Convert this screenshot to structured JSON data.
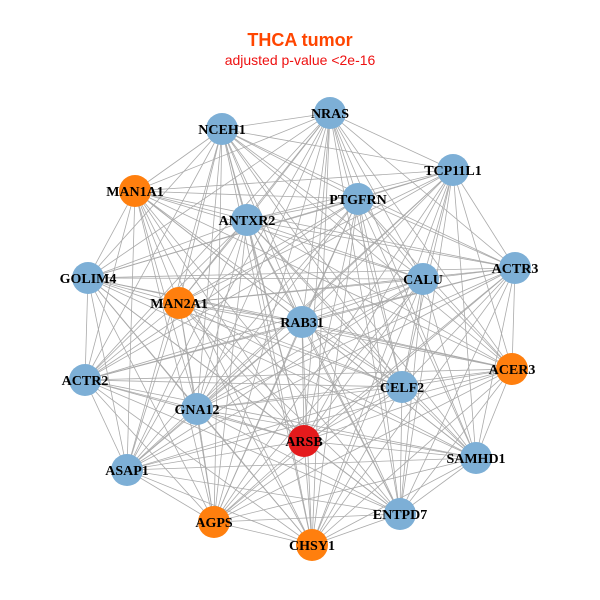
{
  "title": "THCA tumor",
  "subtitle": "adjusted p-value <2e-16",
  "colors": {
    "blue": "#7dafd6",
    "orange": "#ff7f0e",
    "red": "#e41a1c",
    "edge": "#aaaaaa"
  },
  "nodes": [
    {
      "id": "NRAS",
      "color": "blue"
    },
    {
      "id": "NCEH1",
      "color": "blue"
    },
    {
      "id": "TCP11L1",
      "color": "blue"
    },
    {
      "id": "MAN1A1",
      "color": "orange"
    },
    {
      "id": "PTGFRN",
      "color": "blue"
    },
    {
      "id": "ANTXR2",
      "color": "blue"
    },
    {
      "id": "ACTR3",
      "color": "blue"
    },
    {
      "id": "GOLIM4",
      "color": "blue"
    },
    {
      "id": "CALU",
      "color": "blue"
    },
    {
      "id": "MAN2A1",
      "color": "orange"
    },
    {
      "id": "RAB31",
      "color": "blue"
    },
    {
      "id": "ACER3",
      "color": "orange"
    },
    {
      "id": "ACTR2",
      "color": "blue"
    },
    {
      "id": "CELF2",
      "color": "blue"
    },
    {
      "id": "GNA12",
      "color": "blue"
    },
    {
      "id": "ARSB",
      "color": "red"
    },
    {
      "id": "SAMHD1",
      "color": "blue"
    },
    {
      "id": "ASAP1",
      "color": "blue"
    },
    {
      "id": "ENTPD7",
      "color": "blue"
    },
    {
      "id": "AGPS",
      "color": "orange"
    },
    {
      "id": "CHSY1",
      "color": "orange"
    }
  ]
}
